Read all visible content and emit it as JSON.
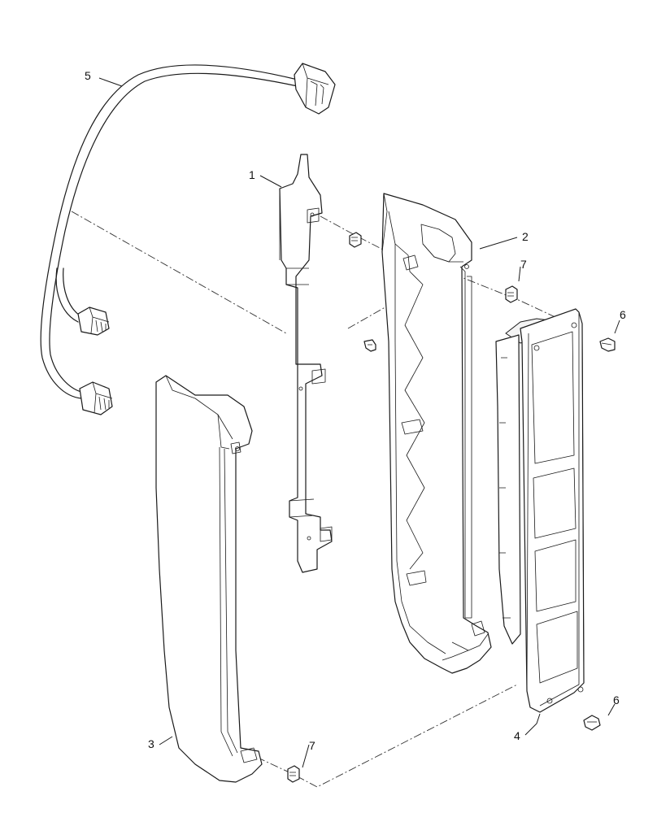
{
  "callouts": [
    {
      "id": "c5",
      "text": "5"
    },
    {
      "id": "c1",
      "text": "1"
    },
    {
      "id": "c2",
      "text": "2"
    },
    {
      "id": "c7a",
      "text": "7"
    },
    {
      "id": "c6a",
      "text": "6"
    },
    {
      "id": "c3",
      "text": "3"
    },
    {
      "id": "c7b",
      "text": "7"
    },
    {
      "id": "c6b",
      "text": "6"
    },
    {
      "id": "c4",
      "text": "4"
    }
  ]
}
